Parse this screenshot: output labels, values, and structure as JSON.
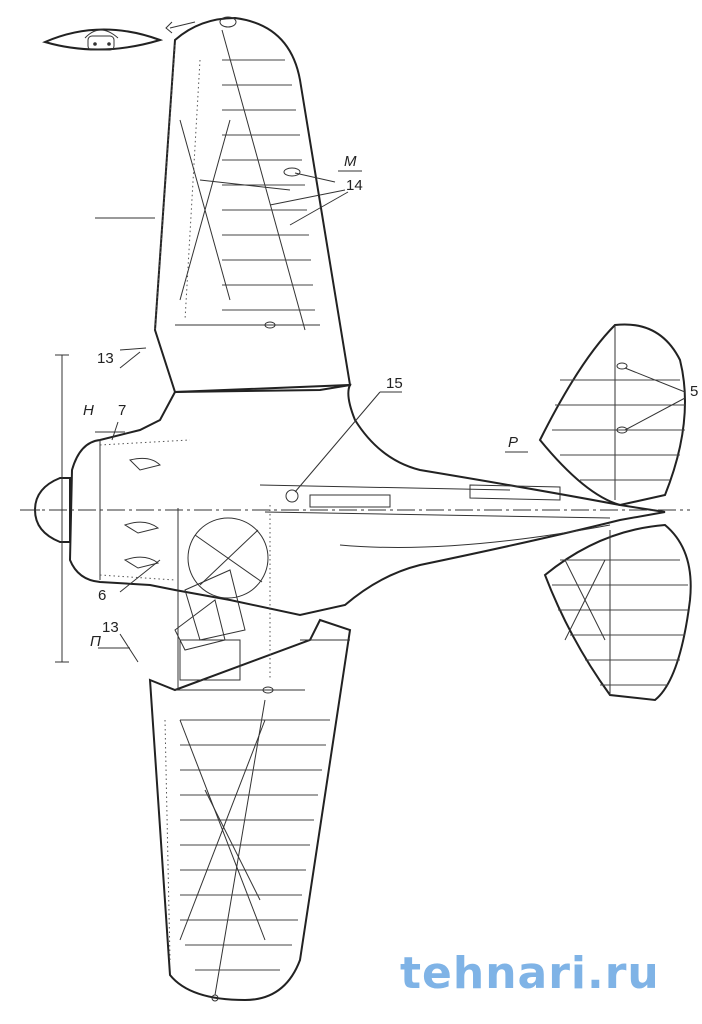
{
  "labels": {
    "m": "М",
    "n14": "14",
    "n13_top": "13",
    "h": "Н",
    "n7": "7",
    "n15": "15",
    "p_cyr": "Р",
    "n5": "5",
    "n6": "6",
    "n13_bottom": "13",
    "pi": "П"
  },
  "watermark": "tehnari.ru",
  "colors": {
    "line": "#222222",
    "watermark": "#7fb3e6"
  }
}
